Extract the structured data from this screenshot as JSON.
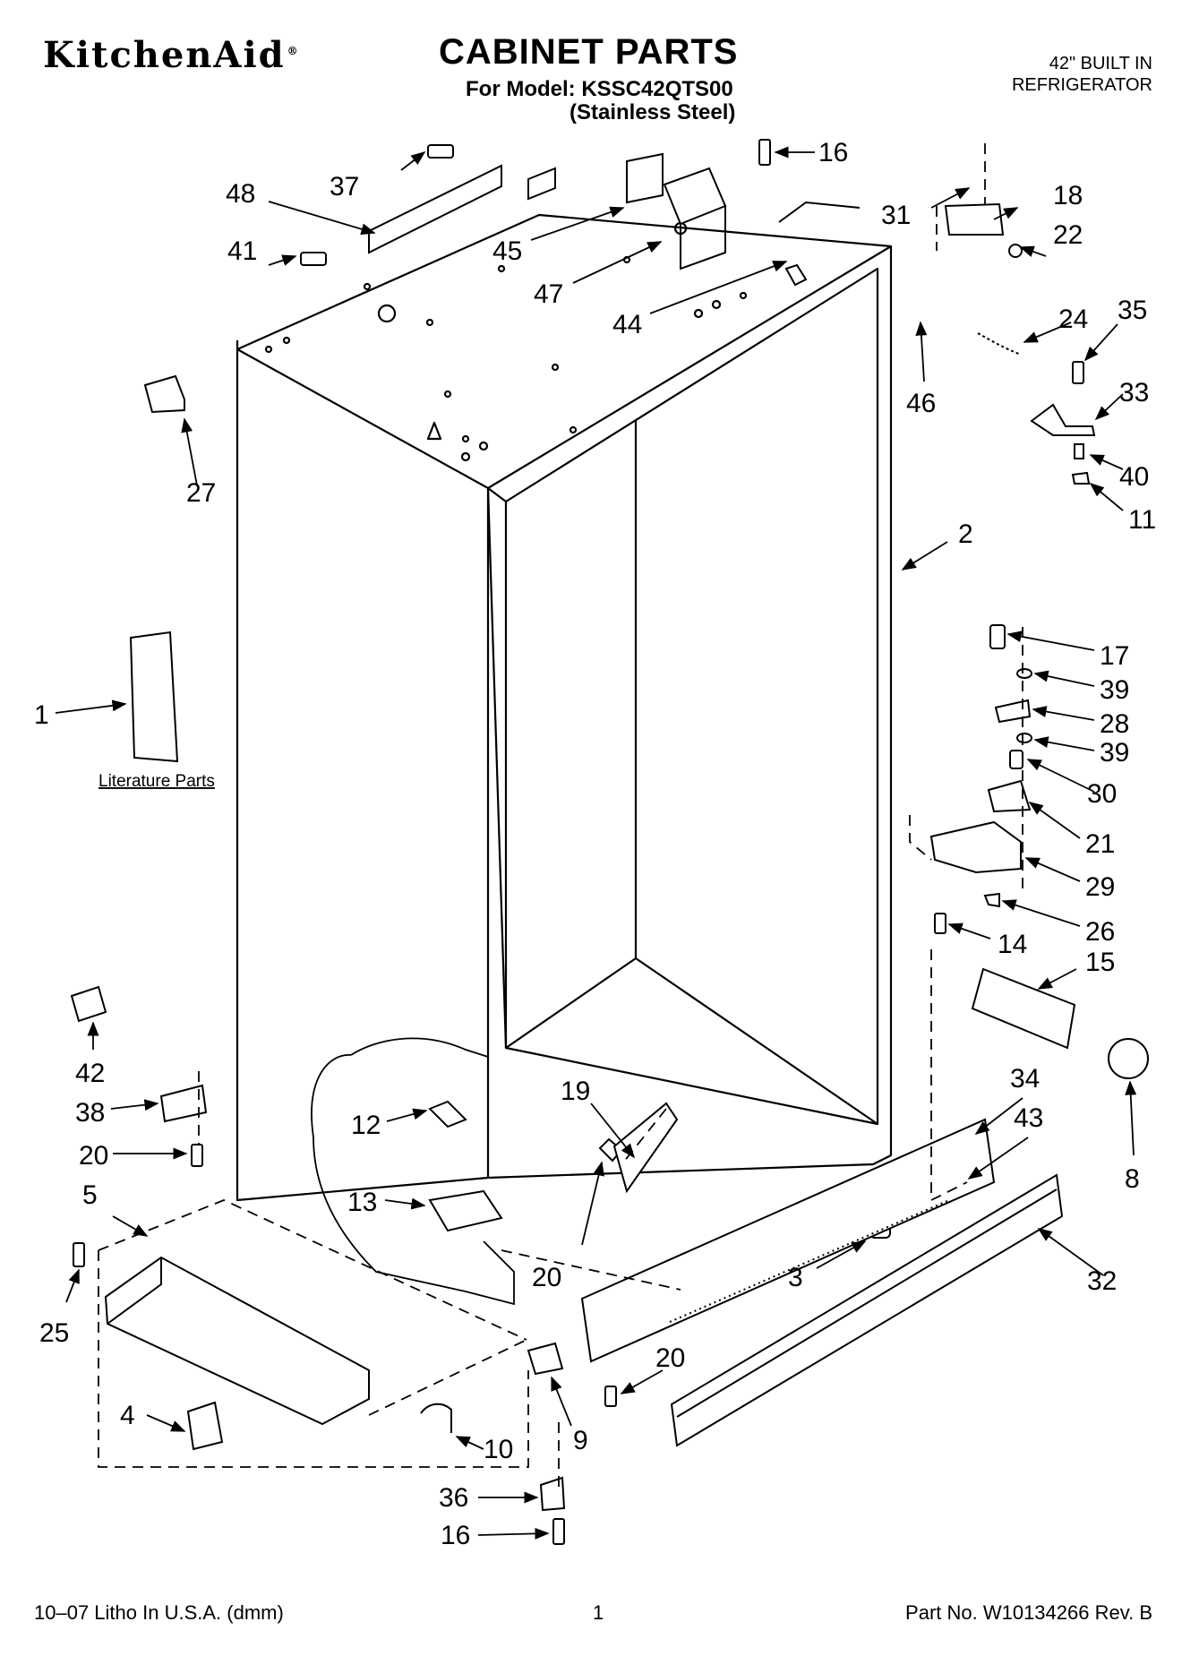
{
  "header": {
    "brand": "KitchenAid",
    "brand_mark": "®",
    "title": "CABINET PARTS",
    "model_line": "For Model: KSSC42QTS00",
    "finish_line": "(Stainless Steel)",
    "product_line1": "42\" BUILT IN",
    "product_line2": "REFRIGERATOR"
  },
  "diagram": {
    "literature_label": "Literature Parts",
    "callouts": [
      {
        "id": "c37",
        "label": "37"
      },
      {
        "id": "c48",
        "label": "48"
      },
      {
        "id": "c41",
        "label": "41"
      },
      {
        "id": "c45",
        "label": "45"
      },
      {
        "id": "c47",
        "label": "47"
      },
      {
        "id": "c44",
        "label": "44"
      },
      {
        "id": "c16a",
        "label": "16"
      },
      {
        "id": "c31",
        "label": "31"
      },
      {
        "id": "c18",
        "label": "18"
      },
      {
        "id": "c22",
        "label": "22"
      },
      {
        "id": "c24",
        "label": "24"
      },
      {
        "id": "c35",
        "label": "35"
      },
      {
        "id": "c46",
        "label": "46"
      },
      {
        "id": "c33",
        "label": "33"
      },
      {
        "id": "c40",
        "label": "40"
      },
      {
        "id": "c11",
        "label": "11"
      },
      {
        "id": "c27",
        "label": "27"
      },
      {
        "id": "c2",
        "label": "2"
      },
      {
        "id": "c17",
        "label": "17"
      },
      {
        "id": "c39a",
        "label": "39"
      },
      {
        "id": "c28",
        "label": "28"
      },
      {
        "id": "c39b",
        "label": "39"
      },
      {
        "id": "c30",
        "label": "30"
      },
      {
        "id": "c21",
        "label": "21"
      },
      {
        "id": "c29",
        "label": "29"
      },
      {
        "id": "c26",
        "label": "26"
      },
      {
        "id": "c14",
        "label": "14"
      },
      {
        "id": "c15",
        "label": "15"
      },
      {
        "id": "c1",
        "label": "1"
      },
      {
        "id": "c42",
        "label": "42"
      },
      {
        "id": "c38",
        "label": "38"
      },
      {
        "id": "c20a",
        "label": "20"
      },
      {
        "id": "c12",
        "label": "12"
      },
      {
        "id": "c19",
        "label": "19"
      },
      {
        "id": "c34",
        "label": "34"
      },
      {
        "id": "c43",
        "label": "43"
      },
      {
        "id": "c8",
        "label": "8"
      },
      {
        "id": "c13",
        "label": "13"
      },
      {
        "id": "c5",
        "label": "5"
      },
      {
        "id": "c20b",
        "label": "20"
      },
      {
        "id": "c3",
        "label": "3"
      },
      {
        "id": "c32",
        "label": "32"
      },
      {
        "id": "c25",
        "label": "25"
      },
      {
        "id": "c20c",
        "label": "20"
      },
      {
        "id": "c4",
        "label": "4"
      },
      {
        "id": "c10",
        "label": "10"
      },
      {
        "id": "c9",
        "label": "9"
      },
      {
        "id": "c36",
        "label": "36"
      },
      {
        "id": "c16b",
        "label": "16"
      }
    ]
  },
  "footer": {
    "litho": "10–07 Litho In U.S.A. (dmm)",
    "page": "1",
    "part_no": "Part No. W10134266 Rev. B"
  }
}
